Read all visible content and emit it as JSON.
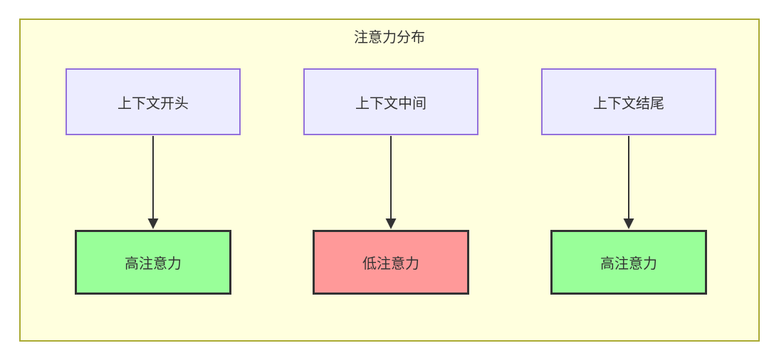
{
  "diagram": {
    "type": "flowchart",
    "title": "注意力分布",
    "nodes": {
      "top": [
        {
          "label": "上下文开头"
        },
        {
          "label": "上下文中间"
        },
        {
          "label": "上下文结尾"
        }
      ],
      "bottom": [
        {
          "label": "高注意力",
          "level": "high"
        },
        {
          "label": "低注意力",
          "level": "low"
        },
        {
          "label": "高注意力",
          "level": "high"
        }
      ]
    },
    "edges": [
      {
        "from": "上下文开头",
        "to": "高注意力"
      },
      {
        "from": "上下文中间",
        "to": "低注意力"
      },
      {
        "from": "上下文结尾",
        "to": "高注意力"
      }
    ]
  },
  "colors": {
    "canvas_bg": "#ffffff",
    "subgraph_bg": "#ffffde",
    "subgraph_border": "#aaaa33",
    "node_bg": "#ececff",
    "node_border": "#9370db",
    "high_bg": "#99ff99",
    "low_bg": "#ff9999",
    "result_border": "#333333",
    "text": "#333333",
    "arrow": "#333333"
  }
}
